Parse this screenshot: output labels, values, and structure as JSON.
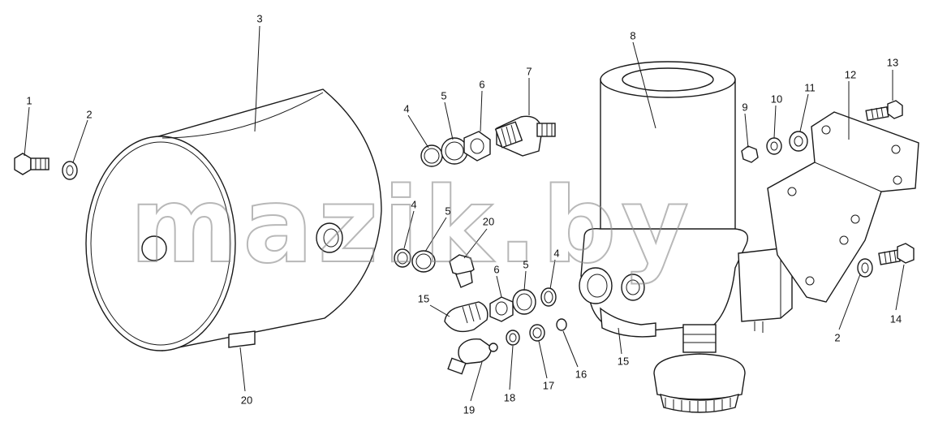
{
  "watermark": "mazik.by",
  "callouts": {
    "c1": "1",
    "c2a": "2",
    "c3": "3",
    "c4a": "4",
    "c5a": "5",
    "c6a": "6",
    "c7": "7",
    "c8": "8",
    "c9": "9",
    "c10": "10",
    "c11": "11",
    "c12": "12",
    "c13": "13",
    "c4b": "4",
    "c5b": "5",
    "c20a": "20",
    "c6b": "6",
    "c5c": "5",
    "c4c": "4",
    "c15a": "15",
    "c15b": "15",
    "c16": "16",
    "c17": "17",
    "c18": "18",
    "c19": "19",
    "c20b": "20",
    "c2b": "2",
    "c14": "14"
  }
}
